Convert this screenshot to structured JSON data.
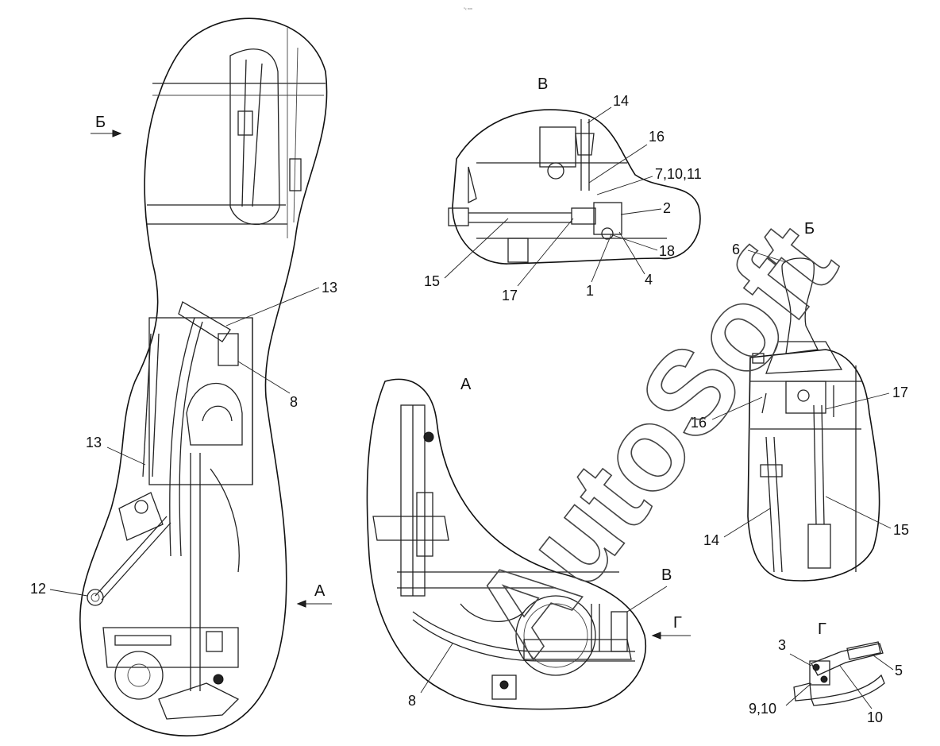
{
  "header_mark": "ⁿₓ ₘₘ",
  "watermark": "AutoSoft",
  "views": {
    "b_top_letter": "Б",
    "a_letter": "А",
    "a_arrow_letter": "А",
    "v_letter": "В",
    "v_inner_letter": "В",
    "b_right_letter": "Б",
    "g_letter": "Г",
    "g_arrow_letter": "Г"
  },
  "callouts": {
    "c13a": "13",
    "c8a": "8",
    "c13b": "13",
    "c12": "12",
    "c14a": "14",
    "c16a": "16",
    "c7_10_11": "7,10,11",
    "c2": "2",
    "c18": "18",
    "c15a": "15",
    "c17a": "17",
    "c1": "1",
    "c4": "4",
    "c6": "6",
    "c16b": "16",
    "c17b": "17",
    "c14b": "14",
    "c15b": "15",
    "c8b": "8",
    "c3": "3",
    "c5": "5",
    "c9_10": "9,10",
    "c10": "10"
  }
}
